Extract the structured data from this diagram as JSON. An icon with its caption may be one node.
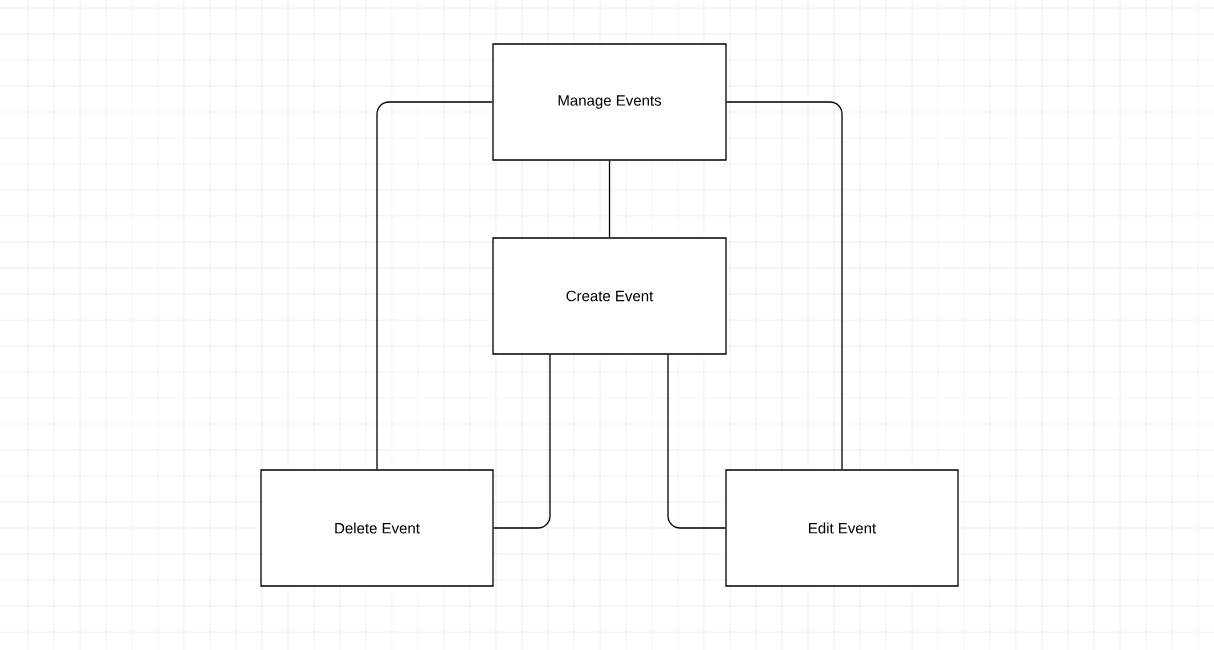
{
  "diagram": {
    "nodes": [
      {
        "text": [
          "Manage Events"
        ]
      },
      {
        "text": [
          "Create Event"
        ]
      },
      {
        "text": [
          "Delete Event"
        ]
      },
      {
        "text": [
          "Edit Event"
        ]
      }
    ],
    "edges": [
      {
        "from": 0,
        "to": 2,
        "arrow": "none"
      },
      {
        "from": 0,
        "to": 1,
        "arrow": "none"
      },
      {
        "from": 0,
        "to": 3,
        "arrow": "none"
      },
      {
        "from": 1,
        "to": 2,
        "arrow": "none"
      },
      {
        "from": 1,
        "to": 3,
        "arrow": "none"
      }
    ]
  }
}
